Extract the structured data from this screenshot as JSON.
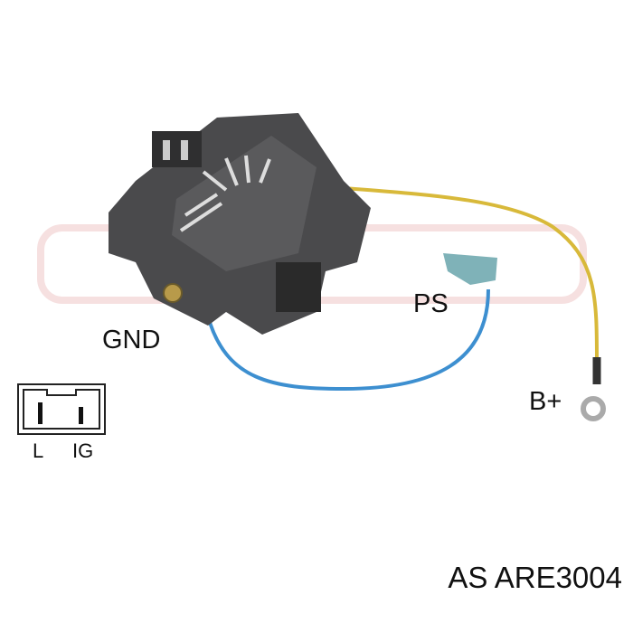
{
  "labels": {
    "gnd": "GND",
    "ps": "PS",
    "b_plus": "B+",
    "connector_l": "L",
    "connector_ig": "IG"
  },
  "part_number": "AS ARE3004",
  "colors": {
    "body": "#4a4a4c",
    "wire_ps": "#3d8fd0",
    "wire_b_plus": "#d8b93a",
    "watermark": "#f4dada"
  }
}
